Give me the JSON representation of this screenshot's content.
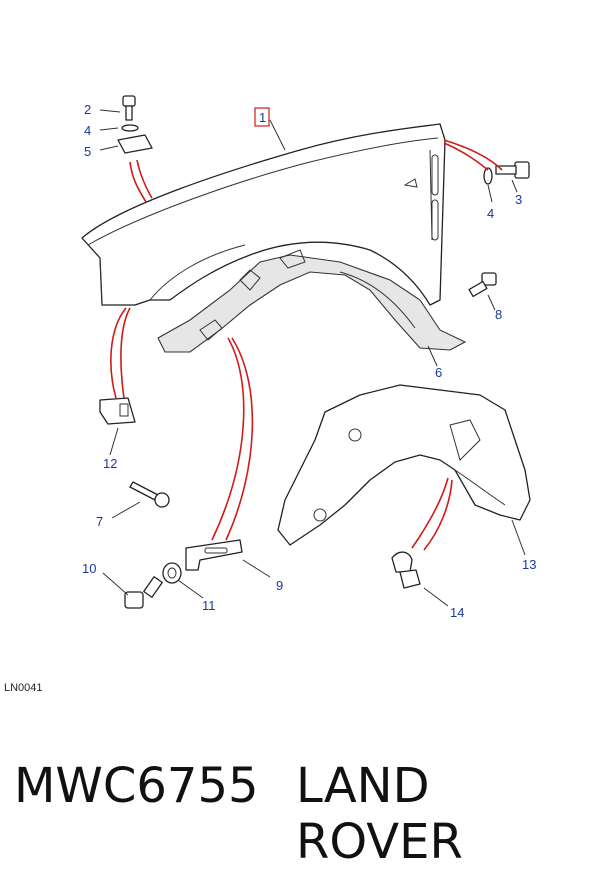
{
  "callouts": [
    {
      "id": "c1",
      "label": "1"
    },
    {
      "id": "c2",
      "label": "2"
    },
    {
      "id": "c3",
      "label": "3"
    },
    {
      "id": "c4a",
      "label": "4"
    },
    {
      "id": "c4b",
      "label": "4"
    },
    {
      "id": "c5",
      "label": "5"
    },
    {
      "id": "c6",
      "label": "6"
    },
    {
      "id": "c7",
      "label": "7"
    },
    {
      "id": "c8",
      "label": "8"
    },
    {
      "id": "c9",
      "label": "9"
    },
    {
      "id": "c10",
      "label": "10"
    },
    {
      "id": "c11",
      "label": "11"
    },
    {
      "id": "c12",
      "label": "12"
    },
    {
      "id": "c13",
      "label": "13"
    },
    {
      "id": "c14",
      "label": "14"
    }
  ],
  "figure_id": "LN0041",
  "footer": {
    "part_number": "MWC6755",
    "brand": "LAND ROVER"
  },
  "colors": {
    "callout_text": "#1a3a9c",
    "highlight_box": "#d11a1a",
    "connector_lines": "#d11a1a"
  }
}
